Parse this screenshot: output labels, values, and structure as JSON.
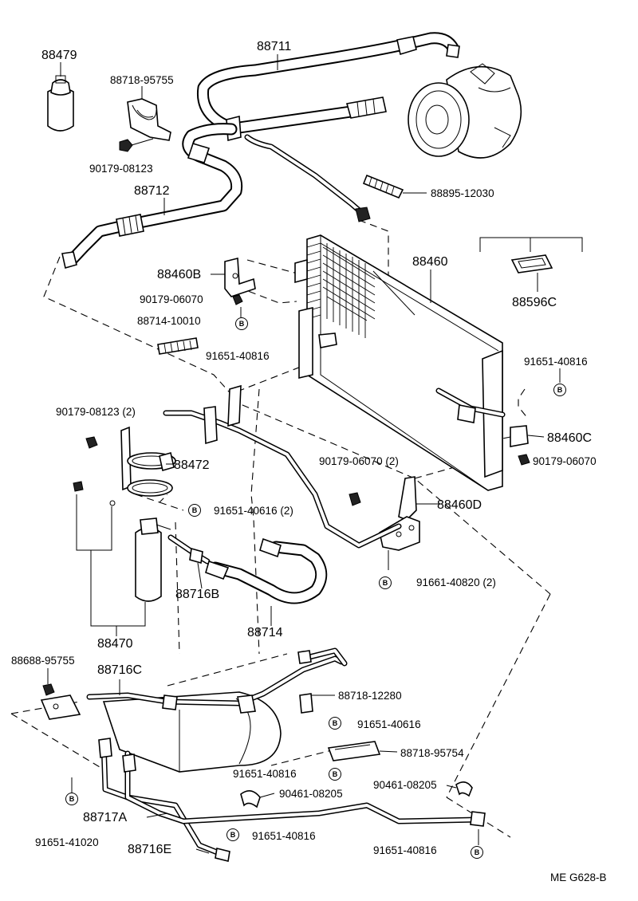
{
  "marker": "B",
  "corner_code": "ME G628-B",
  "labels": {
    "p88479": "88479",
    "p88718_95755": "88718-95755",
    "p90179_08123": "90179-08123",
    "p88711": "88711",
    "p88712": "88712",
    "p88895_12030": "88895-12030",
    "p88460": "88460",
    "p88460b": "88460B",
    "p90179_06070": "90179-06070",
    "p88714_10010": "88714-10010",
    "p91651_40816_a": "91651-40816",
    "p88596c": "88596C",
    "p91651_40816_b": "91651-40816",
    "p88460c": "88460C",
    "p90179_06070_b": "90179-06070",
    "p90179_08123_2": "90179-08123 (2)",
    "p88472": "88472",
    "p90179_06070_2": "90179-06070 (2)",
    "p91651_40616_2": "91651-40616 (2)",
    "p88460d": "88460D",
    "p91661_40820_2": "91661-40820 (2)",
    "p88716b": "88716B",
    "p88714": "88714",
    "p88470": "88470",
    "p88688_95755": "88688-95755",
    "p88716c": "88716C",
    "p88718_12280": "88718-12280",
    "p91651_40616": "91651-40616",
    "p88718_95754": "88718-95754",
    "p91651_40816_c": "91651-40816",
    "p90461_08205_a": "90461-08205",
    "p90461_08205_b": "90461-08205",
    "p88717a": "88717A",
    "p91651_40816_d": "91651-40816",
    "p91651_41020": "91651-41020",
    "p88716e": "88716E",
    "p91651_40816_e": "91651-40816"
  }
}
